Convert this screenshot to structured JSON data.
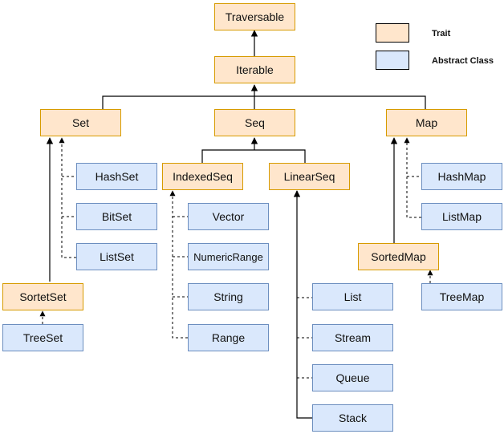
{
  "legend": {
    "trait_label": "Trait",
    "abstract_label": "Abstract Class"
  },
  "colors": {
    "trait_fill": "#ffe6cc",
    "trait_stroke": "#d79b00",
    "abstract_fill": "#dae8fc",
    "abstract_stroke": "#6c8ebf"
  },
  "nodes": {
    "traversable": "Traversable",
    "iterable": "Iterable",
    "set": "Set",
    "seq": "Seq",
    "map": "Map",
    "hashset": "HashSet",
    "bitset": "BitSet",
    "listset": "ListSet",
    "sortetset": "SortetSet",
    "treeset": "TreeSet",
    "indexedseq": "IndexedSeq",
    "linearseq": "LinearSeq",
    "vector": "Vector",
    "numericrange": "NumericRange",
    "string": "String",
    "range": "Range",
    "list": "List",
    "stream": "Stream",
    "queue": "Queue",
    "stack": "Stack",
    "hashmap": "HashMap",
    "listmap": "ListMap",
    "sortedmap": "SortedMap",
    "treemap": "TreeMap"
  }
}
